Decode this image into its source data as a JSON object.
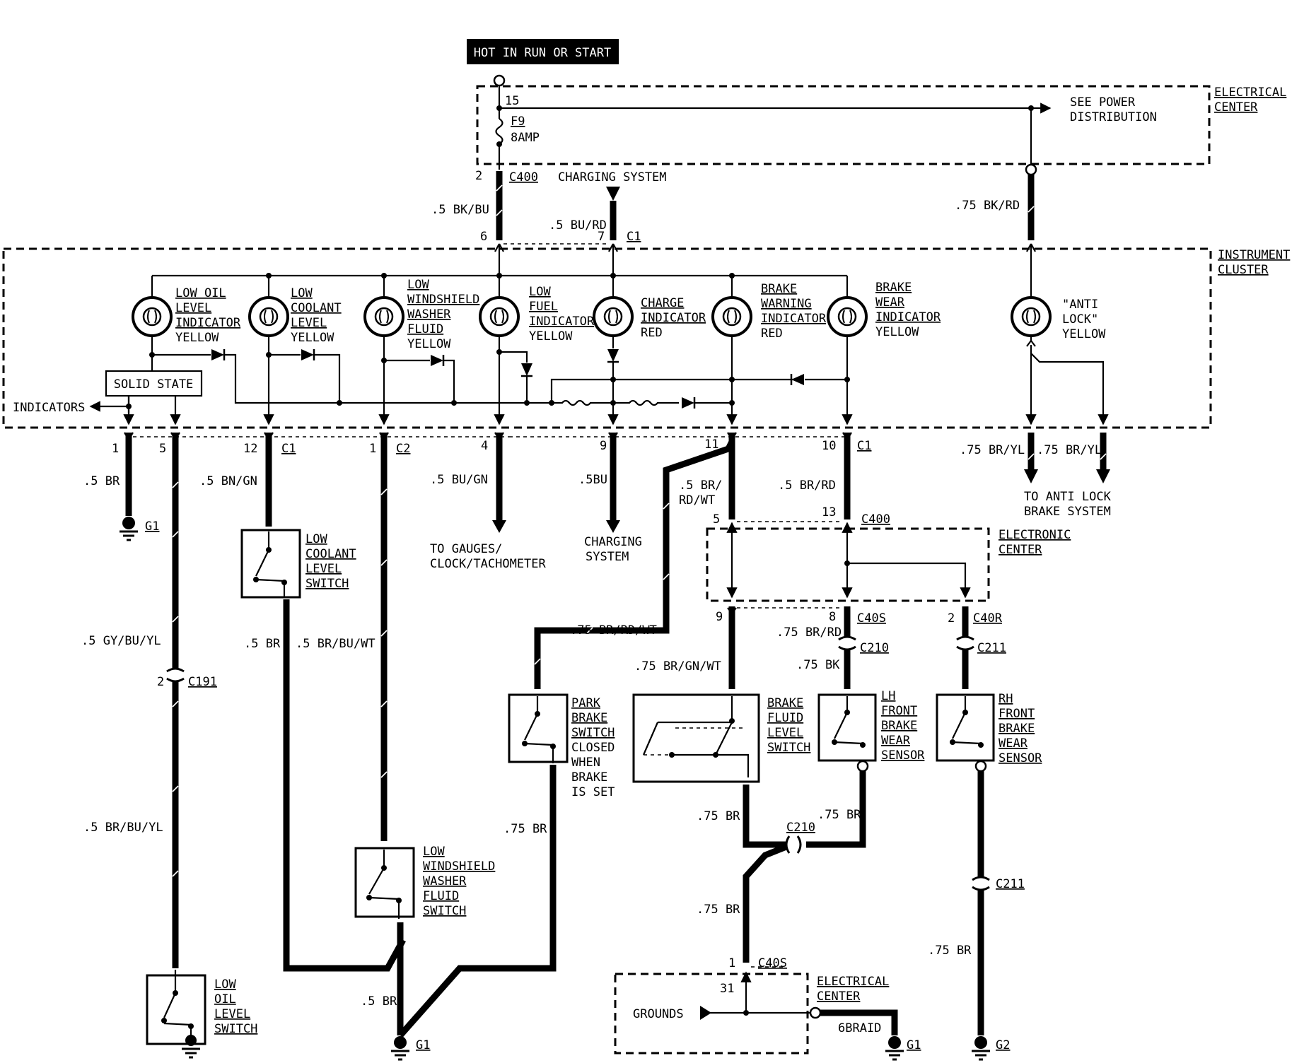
{
  "power": {
    "hot_label": "HOT IN RUN OR START",
    "pin_15": "15",
    "fuse_id": "F9",
    "fuse_rating": "8AMP",
    "see_power_1": "SEE POWER",
    "see_power_2": "DISTRIBUTION",
    "elec_center_1": "ELECTRICAL",
    "elec_center_2": "CENTER"
  },
  "top_wires": {
    "pin_2": "2",
    "c400": "C400",
    "charging_system": "CHARGING SYSTEM",
    "bk_bu": ".5 BK/BU",
    "bu_rd": ".5 BU/RD",
    "bk_rd": ".75 BK/RD",
    "pin_6": "6",
    "pin_7": "7",
    "c1": "C1"
  },
  "cluster": {
    "title_1": "INSTRUMENT",
    "title_2": "CLUSTER",
    "solid_state": "SOLID STATE",
    "indicators": "INDICATORS",
    "lamps": [
      {
        "lines": [
          "LOW OIL",
          "LEVEL",
          "INDICATOR",
          "YELLOW"
        ]
      },
      {
        "lines": [
          "LOW",
          "COOLANT",
          "LEVEL",
          "YELLOW"
        ]
      },
      {
        "lines": [
          "LOW",
          "WINDSHIELD",
          "WASHER",
          "FLUID",
          "YELLOW"
        ]
      },
      {
        "lines": [
          "LOW",
          "FUEL",
          "INDICATOR",
          "YELLOW"
        ]
      },
      {
        "lines": [
          "CHARGE",
          "INDICATOR",
          "RED"
        ]
      },
      {
        "lines": [
          "BRAKE",
          "WARNING",
          "INDICATOR",
          "RED"
        ]
      },
      {
        "lines": [
          "BRAKE",
          "WEAR",
          "INDICATOR",
          "YELLOW"
        ]
      },
      {
        "lines": [
          "\"ANTI",
          "LOCK\"",
          "YELLOW"
        ]
      }
    ]
  },
  "bottom_pins": {
    "p1a": "1",
    "p5": "5",
    "p12": "12",
    "c1a": "C1",
    "p1b": "1",
    "c2": "C2",
    "p4": "4",
    "p9": "9",
    "p11": "11",
    "p10": "10",
    "c1b": "C1"
  },
  "wires": {
    "br_05": ".5 BR",
    "bn_gn": ".5 BN/GN",
    "gy_bu_yl": ".5 GY/BU/YL",
    "br_bu_yl": ".5 BR/BU/YL",
    "br_05b": ".5 BR",
    "br_bu_wt": ".5 BR/BU/WT",
    "bu_gn": ".5 BU/GN",
    "bu_5": ".5BU",
    "br_rd_wt_1": ".5 BR/",
    "br_rd_wt_2": "RD/WT",
    "br_rd": ".5 BR/RD",
    "br_yl_1": ".75 BR/YL",
    "br_yl_2": ".75 BR/YL",
    "br_rd_wt_75": ".75 BR/RD/WT",
    "br_gn_wt": ".75 BR/GN/WT",
    "br_rd_75": ".75 BR/RD",
    "bk_75": ".75 BK",
    "br_park": ".75 BR",
    "br_bfl": ".75 BR",
    "br_lh": ".75 BR",
    "br_gnd": ".75 BR",
    "br_rh": ".75 BR",
    "br_wsw": ".5 BR"
  },
  "connectors": {
    "g1a": "G1",
    "c191": "C191",
    "p2_c191": "2",
    "p5_c400": "5",
    "p13_c400": "13",
    "c400b": "C400",
    "p9_c40s": "9",
    "p8_c40s": "8",
    "c40s": "C40S",
    "p2_c40r": "2",
    "c40r": "C40R",
    "c210": "C210",
    "c211": "C211",
    "c210b": "C210",
    "c211b": "C211",
    "p1_c40s": "1",
    "c40s_b": "C40S",
    "p31": "31",
    "g1b": "G1",
    "g1c": "G1",
    "g2": "G2",
    "braid": "6BRAID"
  },
  "destinations": {
    "gauges_1": "TO GAUGES/",
    "gauges_2": "CLOCK/TACHOMETER",
    "charging_1": "CHARGING",
    "charging_2": "SYSTEM",
    "abs_1": "TO ANTI LOCK",
    "abs_2": "BRAKE SYSTEM",
    "elec_1": "ELECTRONIC",
    "elec_2": "CENTER",
    "ec_bottom_1": "ELECTRICAL",
    "ec_bottom_2": "CENTER",
    "grounds": "GROUNDS"
  },
  "components": {
    "low_coolant": [
      "LOW",
      "COOLANT",
      "LEVEL",
      "SWITCH"
    ],
    "park_brake": [
      "PARK",
      "BRAKE",
      "SWITCH",
      "CLOSED",
      "WHEN",
      "BRAKE",
      "IS SET"
    ],
    "brake_fluid": [
      "BRAKE",
      "FLUID",
      "LEVEL",
      "SWITCH"
    ],
    "lh_sensor": [
      "LH",
      "FRONT",
      "BRAKE",
      "WEAR",
      "SENSOR"
    ],
    "rh_sensor": [
      "RH",
      "FRONT",
      "BRAKE",
      "WEAR",
      "SENSOR"
    ],
    "washer_switch": [
      "LOW",
      "WINDSHIELD",
      "WASHER",
      "FLUID",
      "SWITCH"
    ],
    "oil_switch": [
      "LOW",
      "OIL",
      "LEVEL",
      "SWITCH"
    ]
  }
}
